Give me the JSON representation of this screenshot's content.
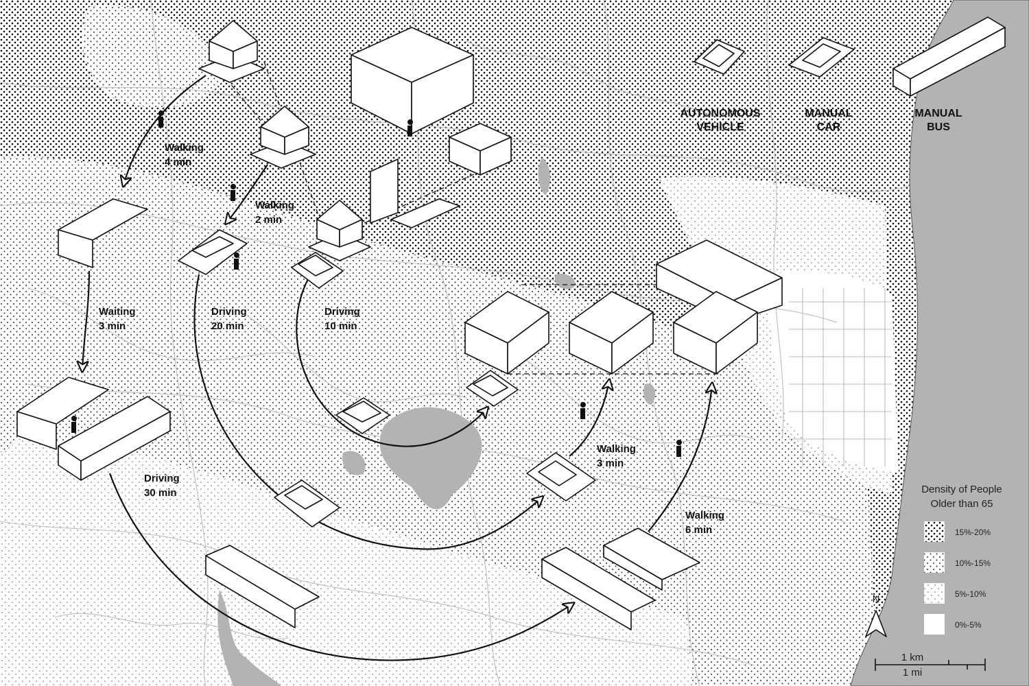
{
  "legend": {
    "title_line1": "Density of People",
    "title_line2": "Older than 65",
    "items": [
      {
        "label": "15%-20%",
        "pattern": "dense"
      },
      {
        "label": "10%-15%",
        "pattern": "medium"
      },
      {
        "label": "5%-10%",
        "pattern": "light"
      },
      {
        "label": "0%-5%",
        "pattern": "none"
      }
    ]
  },
  "vehicle_types": [
    {
      "line1": "AUTONOMOUS",
      "line2": "VEHICLE",
      "icon": "autonomous-vehicle-icon"
    },
    {
      "line1": "MANUAL",
      "line2": "CAR",
      "icon": "car-icon"
    },
    {
      "line1": "MANUAL",
      "line2": "BUS",
      "icon": "bus-icon"
    }
  ],
  "trip_labels": [
    {
      "line1": "Walking",
      "line2": "4 min"
    },
    {
      "line1": "Walking",
      "line2": "2 min"
    },
    {
      "line1": "Waiting",
      "line2": "3 min"
    },
    {
      "line1": "Driving",
      "line2": "20 min"
    },
    {
      "line1": "Driving",
      "line2": "10 min"
    },
    {
      "line1": "Driving",
      "line2": "30 min"
    },
    {
      "line1": "Walking",
      "line2": "3 min"
    },
    {
      "line1": "Walking",
      "line2": "6 min"
    }
  ],
  "compass": {
    "label": "N"
  },
  "scale_bar": {
    "km_label": "1 km",
    "mi_label": "1 mi"
  },
  "colors": {
    "water": "#b3b3b3",
    "ink": "#111111",
    "roads": "#bdbdbd"
  }
}
